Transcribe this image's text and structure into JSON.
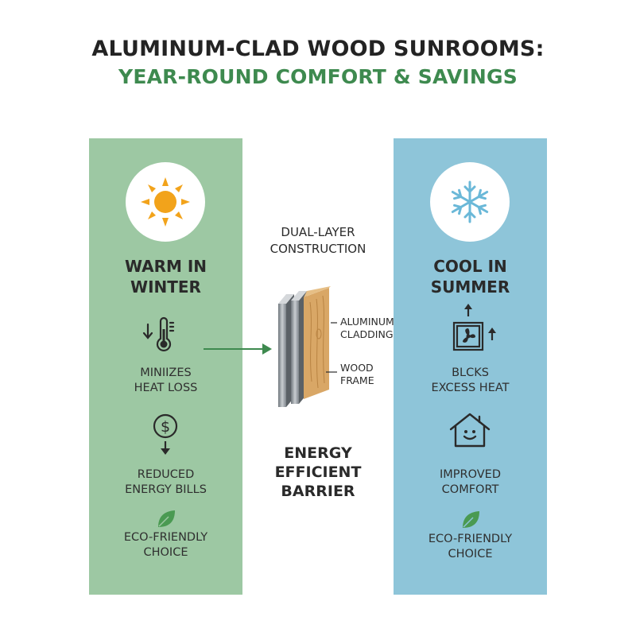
{
  "title": {
    "line1": "ALUMINUM-CLAD WOOD SUNROOMS:",
    "line2": "YEAR-ROUND COMFORT & SAVINGS"
  },
  "colors": {
    "title_accent": "#3e8a4f",
    "left_panel": "#9dc8a3",
    "right_panel": "#8ec5d9",
    "sun": "#f2a31b",
    "snowflake": "#6ab8d8",
    "leaf": "#4a9a52",
    "arrow": "#3e8a4f",
    "wood": "#d9a766",
    "aluminum": "#9aa0a6"
  },
  "left_panel": {
    "icon": "sun-icon",
    "heading": [
      "WARM IN",
      "WINTER"
    ],
    "items": [
      {
        "icon": "thermometer-down-icon",
        "label": [
          "MINIIZES",
          "HEAT LOSS"
        ]
      },
      {
        "icon": "dollar-down-icon",
        "label": [
          "REDUCED",
          "ENERGY BILLS"
        ]
      },
      {
        "icon": "leaf-icon",
        "label": [
          "ECO-FRIENDLY",
          "CHOICE"
        ]
      }
    ]
  },
  "center": {
    "construction": [
      "DUAL-LAYER",
      "CONSTRUCTION"
    ],
    "layers": [
      [
        "ALUMINUM",
        "CLADDING"
      ],
      [
        "WOOD",
        "FRAME"
      ]
    ],
    "barrier": [
      "ENERGY",
      "EFFICIENT",
      "BARRIER"
    ]
  },
  "right_panel": {
    "icon": "snowflake-icon",
    "heading": [
      "COOL IN",
      "SUMMER"
    ],
    "items": [
      {
        "icon": "fan-vent-icon",
        "label": [
          "BLCKS",
          "EXCESS HEAT"
        ]
      },
      {
        "icon": "smiling-house-icon",
        "label": [
          "IMPROVED",
          "COMFORT"
        ]
      },
      {
        "icon": "leaf-icon",
        "label": [
          "ECO-FRIENDLY",
          "CHOICE"
        ]
      }
    ]
  }
}
